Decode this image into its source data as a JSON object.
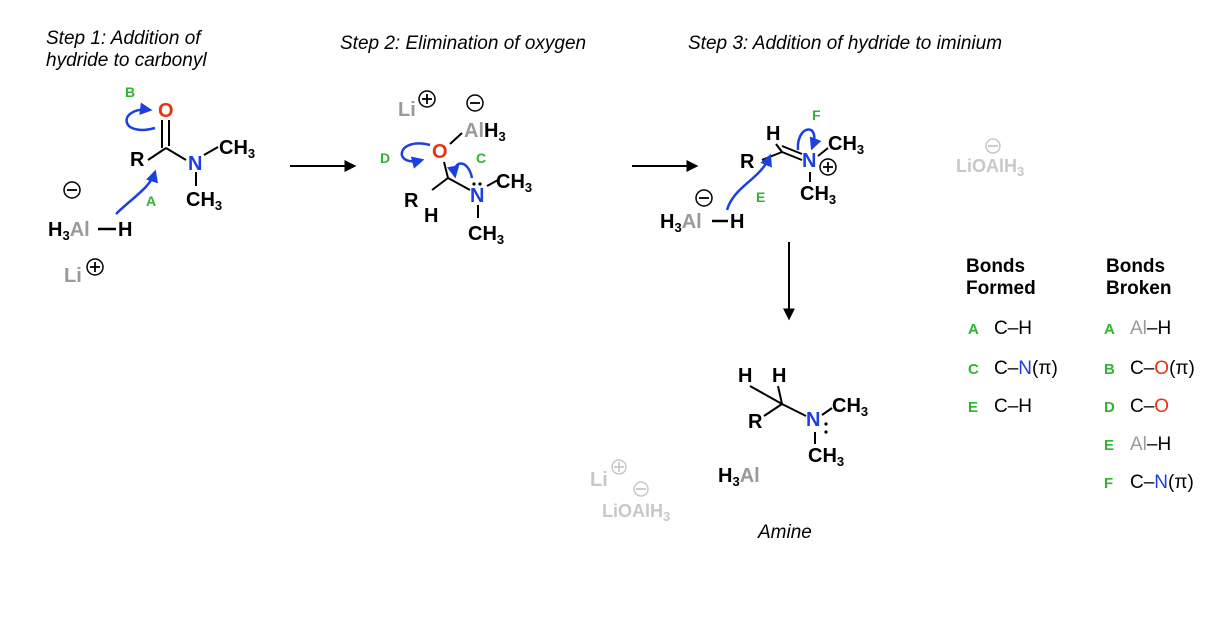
{
  "steps": [
    {
      "line1": "Step 1: Addition of",
      "line2": "hydride to carbonyl"
    },
    {
      "line1": "Step 2: Elimination of oxygen"
    },
    {
      "line1": "Step 3: Addition of hydride to iminium"
    }
  ],
  "product_label": "Amine",
  "bonds_formed": {
    "header1": "Bonds",
    "header2": "Formed",
    "rows": [
      {
        "letter": "A",
        "bond": "C–H"
      },
      {
        "letter": "C",
        "bond_pre": "C–",
        "bond_atom": "N",
        "bond_post": "(π)"
      },
      {
        "letter": "E",
        "bond": "C–H"
      }
    ]
  },
  "bonds_broken": {
    "header1": "Bonds",
    "header2": "Broken",
    "rows": [
      {
        "letter": "A",
        "atom": "Al",
        "rest": "–H"
      },
      {
        "letter": "B",
        "pre": "C–",
        "atom": "O",
        "rest": "(π)"
      },
      {
        "letter": "D",
        "pre": "C–",
        "atom": "O",
        "rest": ""
      },
      {
        "letter": "E",
        "atom": "Al",
        "rest": "–H"
      },
      {
        "letter": "F",
        "pre": "C–",
        "atom": "N",
        "rest": "(π)"
      }
    ]
  },
  "arrow_labels": [
    "A",
    "B",
    "C",
    "D",
    "E",
    "F"
  ],
  "colors": {
    "oxygen": "#e8340f",
    "nitrogen": "#1c3fe0",
    "label_green": "#2fb52f",
    "faded_gray": "#9a9a9a",
    "light_gray": "#c8c8c8",
    "arrow_blue": "#1c3fe0"
  }
}
